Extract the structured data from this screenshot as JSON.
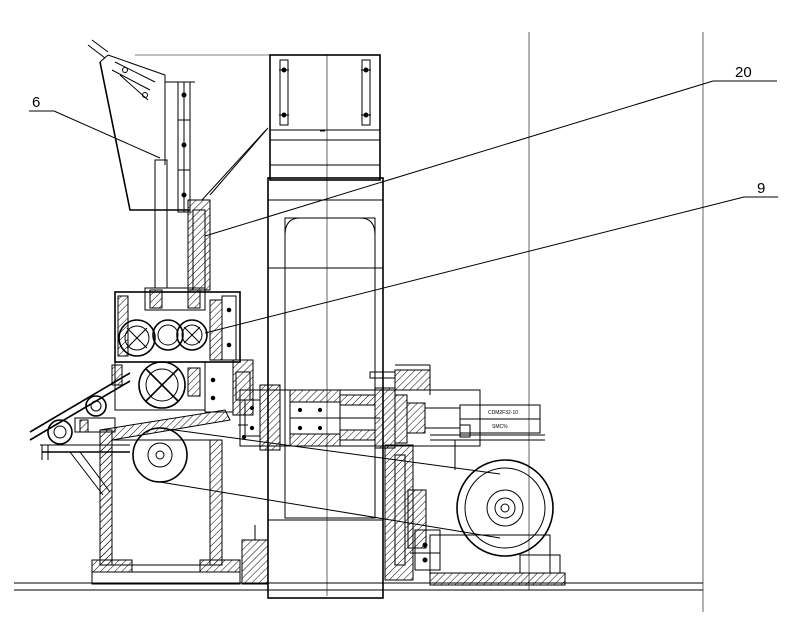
{
  "drawing": {
    "callouts": [
      {
        "id": "6",
        "text": "6"
      },
      {
        "id": "20",
        "text": "20"
      },
      {
        "id": "9",
        "text": "9"
      }
    ],
    "plate_text_1": "CDM2F32-10",
    "plate_text_2": "SMC%"
  }
}
